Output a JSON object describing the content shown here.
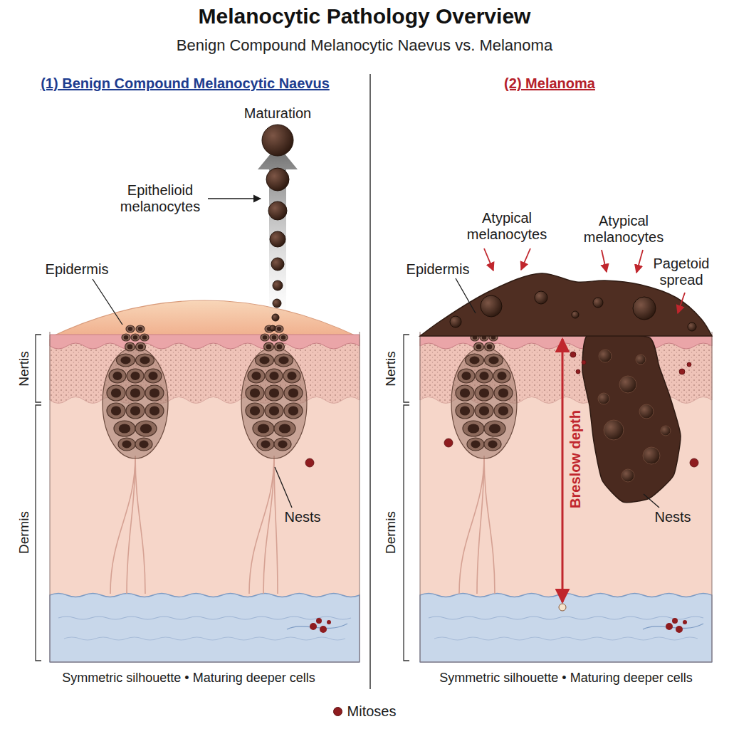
{
  "diagram": {
    "title": "Melanocytic Pathology Overview",
    "nodes": [
      {
        "text": [
          "(1) Benign Compound Melanocytic Naevus"
        ]
      },
      {
        "text": [
          "(2) Melanoma"
        ]
      }
    ],
    "labels": [
      "Benign Compound Melanocytic Naevus vs. Melanoma",
      "Maturation",
      "Epithelioid melanocytes",
      "Epidermis",
      "Nertis",
      "Dermis",
      "Nests",
      "Symmetric silhouette • Maturing deeper cells",
      "Atypical melanocytes",
      "Atypical melanocytes",
      "Pagetoid spread",
      "Epidermis",
      "Nertis",
      "Dermis",
      "Breslow depth",
      "Nests",
      "Symmetric silhouette • Maturing deeper cells"
    ],
    "legend": [
      {
        "text": "Mitoses",
        "color": "#8e1c1f"
      }
    ]
  }
}
